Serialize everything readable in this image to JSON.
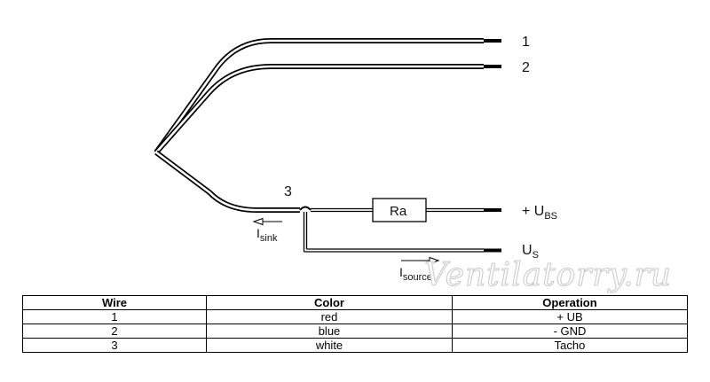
{
  "diagram": {
    "wire_labels": [
      "1",
      "2",
      "3"
    ],
    "resistor_label": "Ra",
    "terminal_ubs": {
      "main": "+ U",
      "sub": "BS"
    },
    "terminal_us": {
      "main": "U",
      "sub": "S"
    },
    "current_sink": {
      "main": "I",
      "sub": "sink"
    },
    "current_source": {
      "main": "I",
      "sub": "source"
    }
  },
  "watermark": "Ventilatorry.ru",
  "table": {
    "headers": [
      "Wire",
      "Color",
      "Operation"
    ],
    "rows": [
      [
        "1",
        "red",
        "+ UB"
      ],
      [
        "2",
        "blue",
        "- GND"
      ],
      [
        "3",
        "white",
        "Tacho"
      ]
    ]
  }
}
